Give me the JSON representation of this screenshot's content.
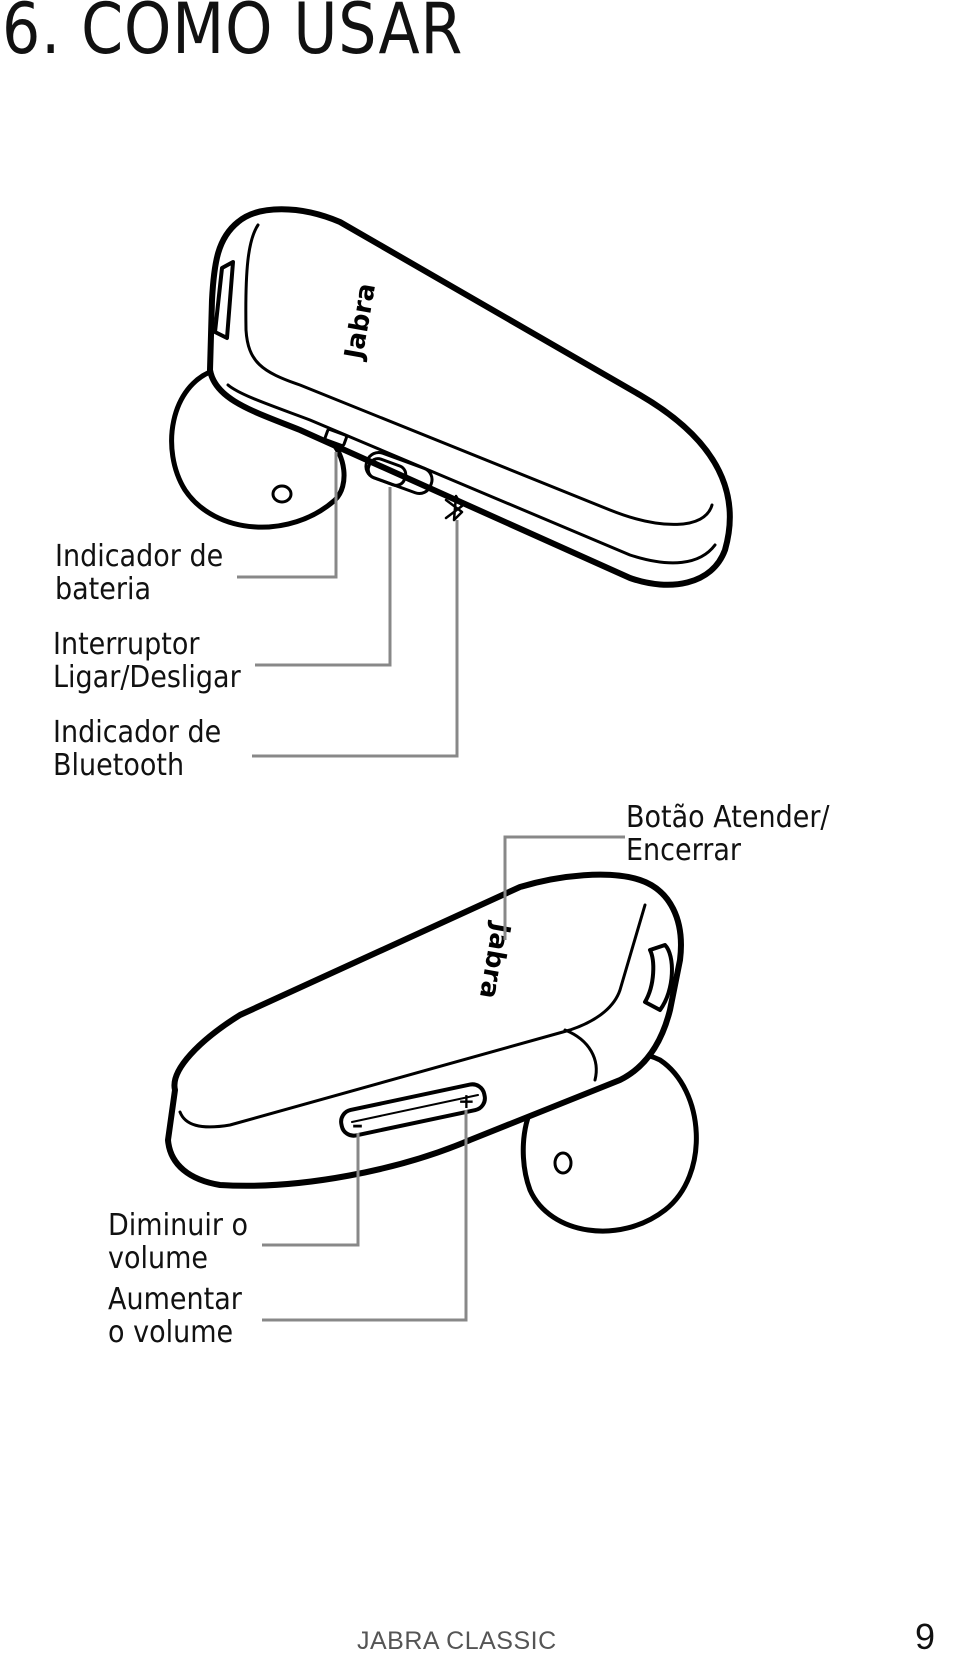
{
  "page": {
    "title": "6.  COMO USAR",
    "footer_product": "JABRA CLASSIC",
    "page_number": "9"
  },
  "top_illustration": {
    "brand_mark": "Jabra",
    "callouts": [
      {
        "line1": "Indicador de",
        "line2": "bateria"
      },
      {
        "line1": "Interruptor",
        "line2": "Ligar/Desligar"
      },
      {
        "line1": "Indicador de",
        "line2": "Bluetooth"
      }
    ]
  },
  "bottom_illustration": {
    "brand_mark": "Jabra",
    "callouts": [
      {
        "line1": "Botão Atender/",
        "line2": "Encerrar"
      },
      {
        "line1": "Diminuir o",
        "line2": "volume"
      },
      {
        "line1": "Aumentar",
        "line2": "o volume"
      }
    ],
    "minus_symbol": "–",
    "plus_symbol": "+"
  }
}
